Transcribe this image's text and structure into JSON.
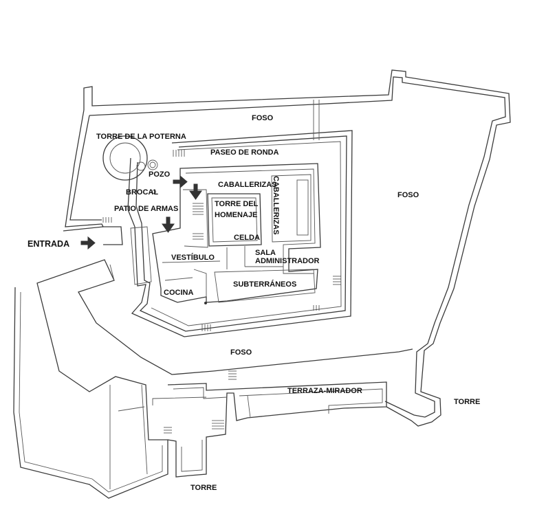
{
  "labels": {
    "foso_north": "FOSO",
    "foso_east": "FOSO",
    "foso_south": "FOSO",
    "torre_poterna": "TORRE DE LA POTERNA",
    "paseo_ronda": "PASEO DE RONDA",
    "pozo": "POZO",
    "brocal": "BROCAL",
    "caballerizas_top": "CABALLERIZAS",
    "caballerizas_vertical": "CABALLERIZAS",
    "patio_armas": "PATIO DE ARMAS",
    "torre_homenaje_1": "TORRE DEL",
    "torre_homenaje_2": "HOMENAJE",
    "celda": "CELDA",
    "entrada": "ENTRADA",
    "sala_1": "SALA",
    "sala_2": "ADMINISTRADOR",
    "vestibulo": "VESTÍBULO",
    "subterraneos": "SUBTERRÁNEOS",
    "cocina": "COCINA",
    "terraza": "TERRAZA-MIRADOR",
    "torre_east": "TORRE",
    "torre_south": "TORRE"
  },
  "colors": {
    "walls": "#3a3a3a",
    "text": "#111111",
    "background": "#ffffff"
  }
}
